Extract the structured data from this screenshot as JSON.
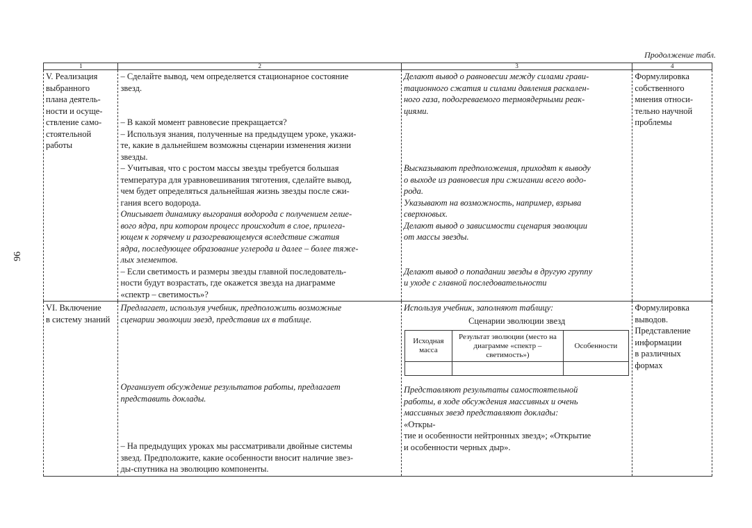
{
  "page_number": "96",
  "continuation": "Продолжение табл.",
  "header": [
    "1",
    "2",
    "3",
    "4"
  ],
  "row1": {
    "c1": [
      "V. Реализация",
      "выбранного",
      "плана деятель-",
      "ности и осуще-",
      "ствление само-",
      "стоятельной",
      "работы"
    ],
    "c2a": [
      "– Сделайте вывод, чем определяется стационарное состояние",
      "звезд."
    ],
    "c2b": [
      "– В какой момент равновесие прекращается?",
      "– Используя знания, полученные на предыдущем уроке, укажи-",
      "те, какие в дальнейшем возможны сценарии изменения жизни",
      "звезды.",
      "– Учитывая, что с ростом массы звезды требуется большая",
      "температура для уравновешивания тяготения, сделайте вывод,",
      "чем будет определяться дальнейшая жизнь звезды после сжи-",
      "гания всего водорода."
    ],
    "c2c": [
      "Описывает динамику выгорания водорода с получением гелие-",
      "вого ядра, при котором процесс происходит в слое, прилега-",
      "ющем к горячему и разогревающемуся вследствие сжатия",
      "ядра, последующее образование углерода и далее – более тяже-",
      "лых элементов."
    ],
    "c2d": [
      "– Если светимость и размеры звезды главной последователь-",
      "ности будут возрастать, где окажется звезда на диаграмме",
      "«спектр – светимость»?"
    ],
    "c3a": [
      "Делают вывод о равновесии между силами грави-",
      "тационного сжатия и силами давления раскален-",
      "ного газа, подогреваемого термоядерными реак-",
      "циями."
    ],
    "c3b": [
      "Высказывают предположения, приходят к выводу",
      "о выходе из равновесия при сжигании всего водо-",
      "рода.",
      "Указывают на возможность, например, взрыва",
      "сверхновых.",
      "Делают вывод о зависимости сценария эволюции",
      "от массы звезды."
    ],
    "c3c": [
      "Делают вывод о попадании звезды в другую группу",
      "и уходе с главной последовательности"
    ],
    "c4": [
      "Формулировка",
      "собственного",
      "мнения относи-",
      "тельно научной",
      "проблемы"
    ]
  },
  "row2": {
    "c1": [
      "VI. Включение",
      "в систему знаний"
    ],
    "c2a": [
      "Предлагает, используя учебник, предположить возможные",
      "сценарии эволюции звезд, представив их в таблице."
    ],
    "c2b": [
      "Организует обсуждение результатов работы, предлагает",
      "представить доклады."
    ],
    "c2c": [
      "– На предыдущих уроках мы рассматривали двойные системы",
      "звезд. Предположите, какие особенности вносит наличие звез-",
      "ды-спутника на эволюцию компоненты."
    ],
    "c3_intro": "Используя учебник, заполняют таблицу:",
    "inner_caption": "Сценарии эволюции звезд",
    "inner_headers": [
      "Исходная масса",
      "Результат эволюции (место на диаграмме «спектр – светимость»)",
      "Особенности"
    ],
    "c3b_italic": [
      "Представляют результаты самостоятельной",
      "работы, в ходе обсуждения массивных и очень",
      "массивных звезд представляют доклады:"
    ],
    "c3b_normal": [
      "«Откры-",
      "тие и особенности нейтронных звезд»; «Открытие",
      "и особенности черных дыр»."
    ],
    "c4": [
      "Формулировка",
      "выводов.",
      "Представление",
      "информации",
      "в различных",
      "формах"
    ]
  }
}
